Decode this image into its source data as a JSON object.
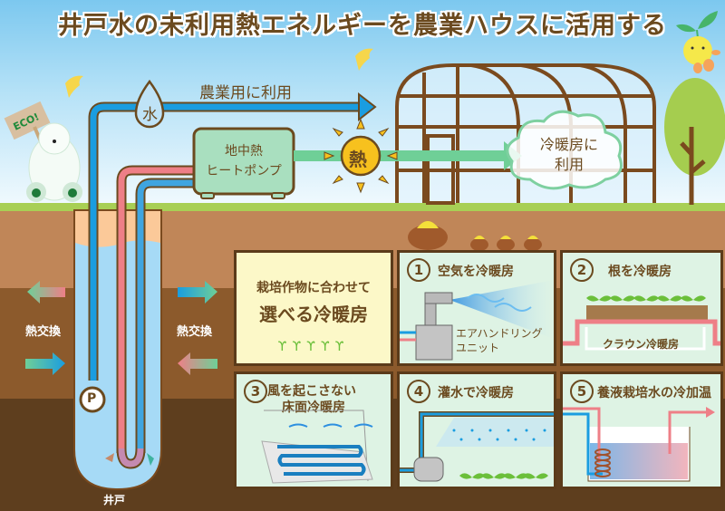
{
  "title": "井戸水の未利用熱エネルギーを農業ハウスに活用する",
  "top_flow": {
    "water_label": "水",
    "agri_use_label": "農業用に利用",
    "heat_pump_line1": "地中熱",
    "heat_pump_line2": "ヒートポンプ",
    "heat_label": "熱",
    "cloud_line1": "冷暖房に",
    "cloud_line2": "利用"
  },
  "eco_sign": "ECO!",
  "well": {
    "heat_exchange_left": "熱交換",
    "heat_exchange_right": "熱交換",
    "pump_label": "P",
    "well_label": "井戸"
  },
  "intro_panel": {
    "line1": "栽培作物に合わせて",
    "line2": "選べる冷暖房"
  },
  "panels": [
    {
      "number": "1",
      "title": "空気を冷暖房",
      "sub1": "エアハンドリング",
      "sub2": "ユニット"
    },
    {
      "number": "2",
      "title": "根を冷暖房",
      "sub1": "クラウン冷暖房"
    },
    {
      "number": "3",
      "title_line1": "風を起こさない",
      "title_line2": "床面冷暖房"
    },
    {
      "number": "4",
      "title": "灌水で冷暖房"
    },
    {
      "number": "5",
      "title": "養液栽培水の冷加温"
    }
  ],
  "colors": {
    "cold_water": "#1a9de0",
    "warm_water": "#ee7f87",
    "heat_flow": "#6fcf97",
    "outline_brown": "#6b4a1f",
    "sun_yellow": "#f7c11e"
  }
}
